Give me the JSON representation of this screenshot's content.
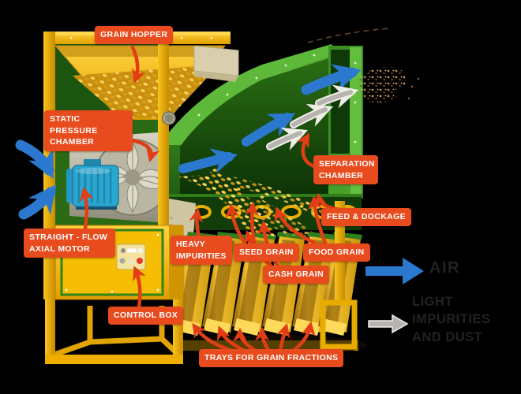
{
  "labels": [
    {
      "id": "grain-hopper",
      "text": "GRAIN HOPPER"
    },
    {
      "id": "static-pressure-chamber",
      "text": "STATIC PRESSURE CHAMBER"
    },
    {
      "id": "separation-chamber",
      "text": "SEPARATION CHAMBER"
    },
    {
      "id": "straight-flow-axial-motor",
      "text": "STRAIGHT - FLOW AXIAL MOTOR"
    },
    {
      "id": "feed-dockage",
      "text": "FEED & DOCKAGE"
    },
    {
      "id": "heavy-impurities",
      "text": "HEAVY IMPURITIES"
    },
    {
      "id": "seed-grain",
      "text": "SEED GRAIN"
    },
    {
      "id": "food-grain",
      "text": "FOOD GRAIN"
    },
    {
      "id": "cash-grain",
      "text": "CASH GRAIN"
    },
    {
      "id": "control-box",
      "text": "CONTROL BOX"
    },
    {
      "id": "trays-for-grain-fractions",
      "text": "TRAYS FOR GRAIN FRACTIONS"
    }
  ],
  "legend": {
    "air_label": "AIR",
    "light_label": "LIGHT IMPURITIES AND DUST"
  },
  "colors": {
    "background": "#000000",
    "label_bg": "#e84b1d",
    "label_text": "#ffffff",
    "annotation_arrow_red": "#e23d14",
    "air_arrow_blue": "#2a79cf",
    "dust_arrow_gray": "#b7b4b0",
    "legend_text": "#232220",
    "machine_yellow": "#f2b705",
    "machine_green": "#3e941f",
    "motor_teal": "#2aa6cf",
    "grain_gold": "#f6c83d"
  }
}
